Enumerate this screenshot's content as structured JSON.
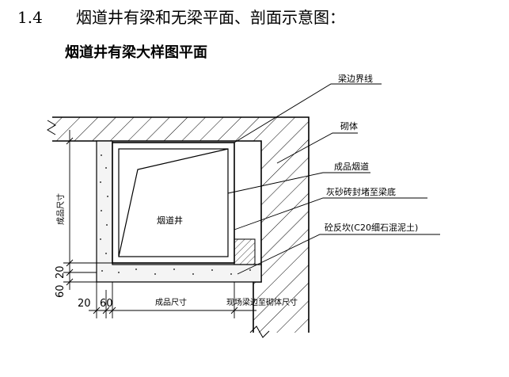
{
  "heading": {
    "number": "1.4",
    "text": "烟道井有梁和无梁平面、剖面示意图："
  },
  "subtitle": "烟道井有梁大样图平面",
  "drawing": {
    "center_label": "烟道井",
    "callouts": [
      {
        "id": "beam-edge",
        "text": "梁边界线"
      },
      {
        "id": "masonry",
        "text": "砌体"
      },
      {
        "id": "flue",
        "text": "成品烟道"
      },
      {
        "id": "mortar",
        "text": "灰砂砖封堵至梁底"
      },
      {
        "id": "concrete",
        "text": "砼反坎(C20细石混泥土)"
      }
    ],
    "dimensions": {
      "left_product_size": "成品尺寸",
      "left_20": "20",
      "left_60": "60",
      "bottom_20": "20",
      "bottom_60": "60",
      "bottom_product_size": "成品尺寸",
      "bottom_site_beam": "现场梁边至砌体尺寸"
    }
  }
}
